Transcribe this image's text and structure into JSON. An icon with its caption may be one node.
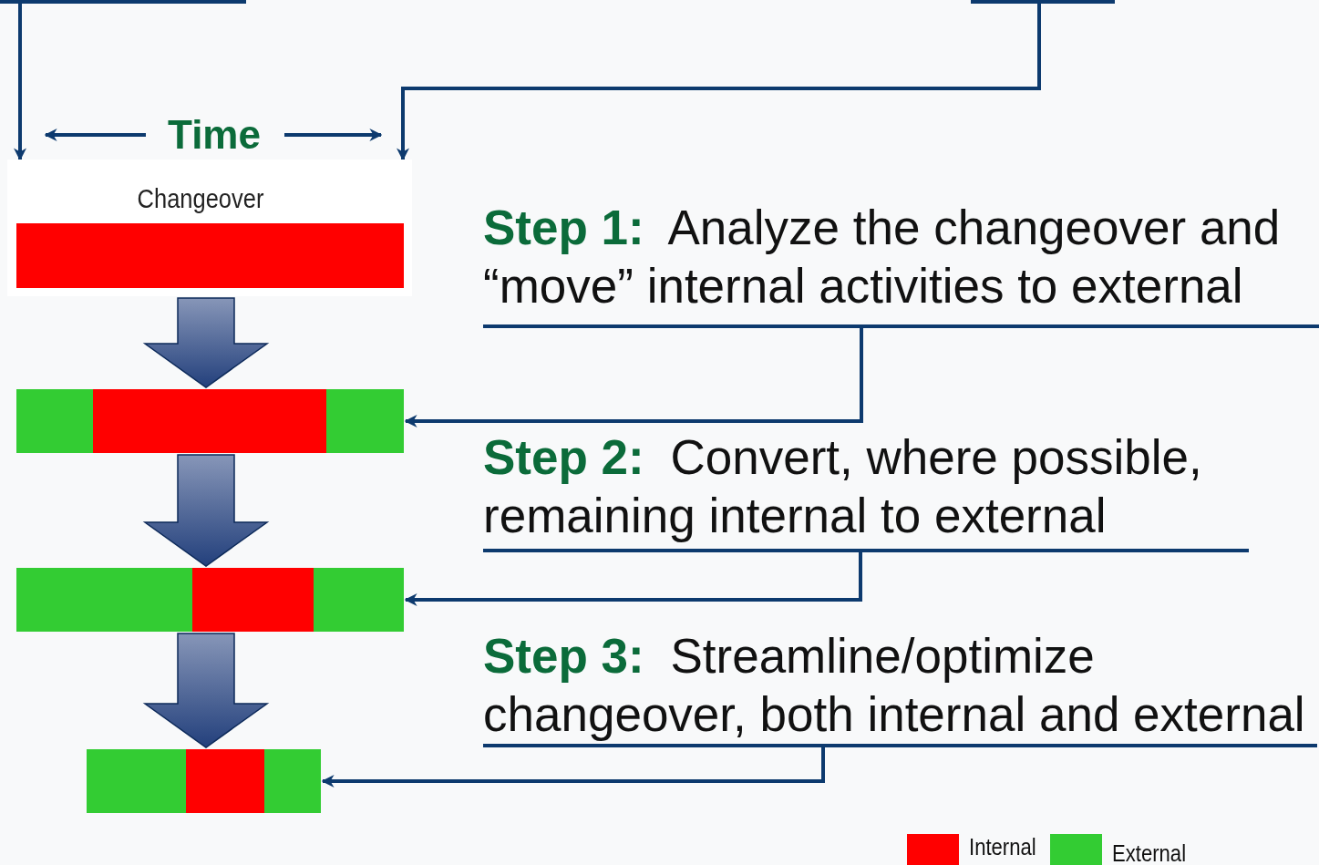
{
  "diagram": {
    "nodes": [
      {
        "text": [],
        "shape": "box"
      },
      {
        "text": [],
        "shape": "box"
      },
      {
        "text": [],
        "shape": "bar"
      },
      {
        "text": [
          "**Step 1:** Analyze the changeover and “move” internal activities to external"
        ]
      },
      {
        "text": [],
        "shape": "bar"
      },
      {
        "text": [
          "**Step 2:** Convert, where possible, remaining internal to external"
        ]
      },
      {
        "text": [],
        "shape": "bar"
      },
      {
        "text": [
          "**Step 3:** Streamline/optimize changeover, both internal and external"
        ]
      },
      {
        "text": [],
        "shape": "bar"
      }
    ],
    "edges": [
      {
        "from": 0,
        "to": 2,
        "arrow": "to"
      },
      {
        "from": 1,
        "to": 2,
        "arrow": "to"
      },
      {
        "from": 2,
        "to": 4,
        "arrow": "to",
        "style": "thick"
      },
      {
        "from": 3,
        "to": 4,
        "arrow": "to"
      },
      {
        "from": 4,
        "to": 6,
        "arrow": "to",
        "style": "thick"
      },
      {
        "from": 5,
        "to": 6,
        "arrow": "to"
      },
      {
        "from": 6,
        "to": 8,
        "arrow": "to",
        "style": "thick"
      },
      {
        "from": 7,
        "to": 8,
        "arrow": "to"
      }
    ],
    "labels": [
      "Time",
      "Changeover"
    ],
    "legend": [
      {
        "text": "Internal",
        "color": "#ff0000"
      },
      {
        "text": "External",
        "color": "#33cc33"
      }
    ]
  }
}
